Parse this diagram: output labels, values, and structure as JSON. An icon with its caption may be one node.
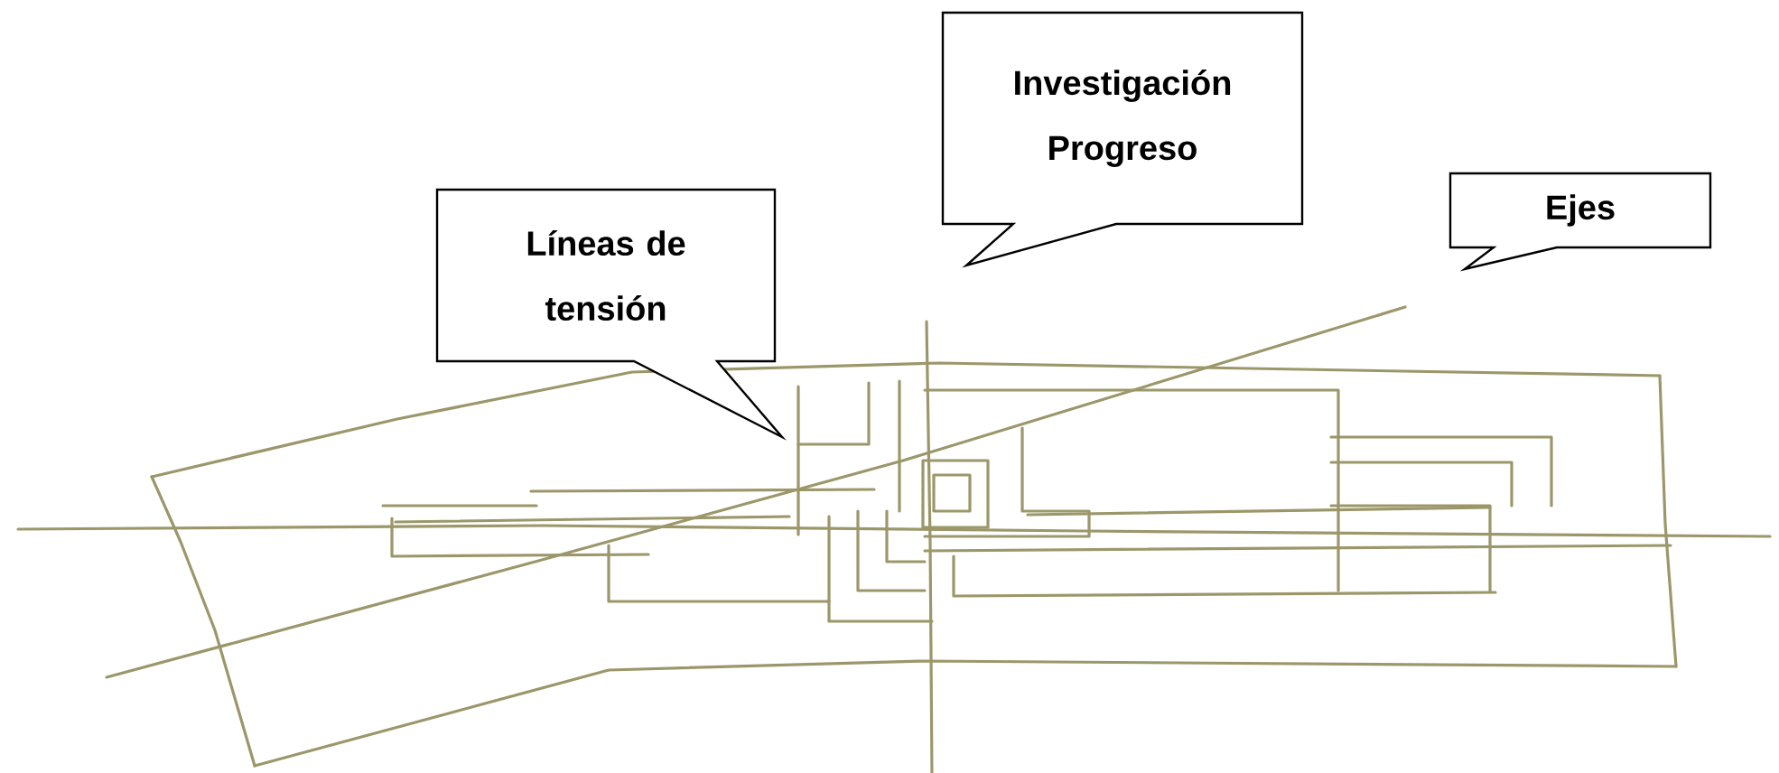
{
  "diagram": {
    "nodes": [
      {
        "text": [
          "Investigación Progreso"
        ]
      },
      {
        "text": [
          "Líneas de tensión"
        ]
      },
      {
        "text": [
          "Ejes"
        ]
      }
    ]
  }
}
